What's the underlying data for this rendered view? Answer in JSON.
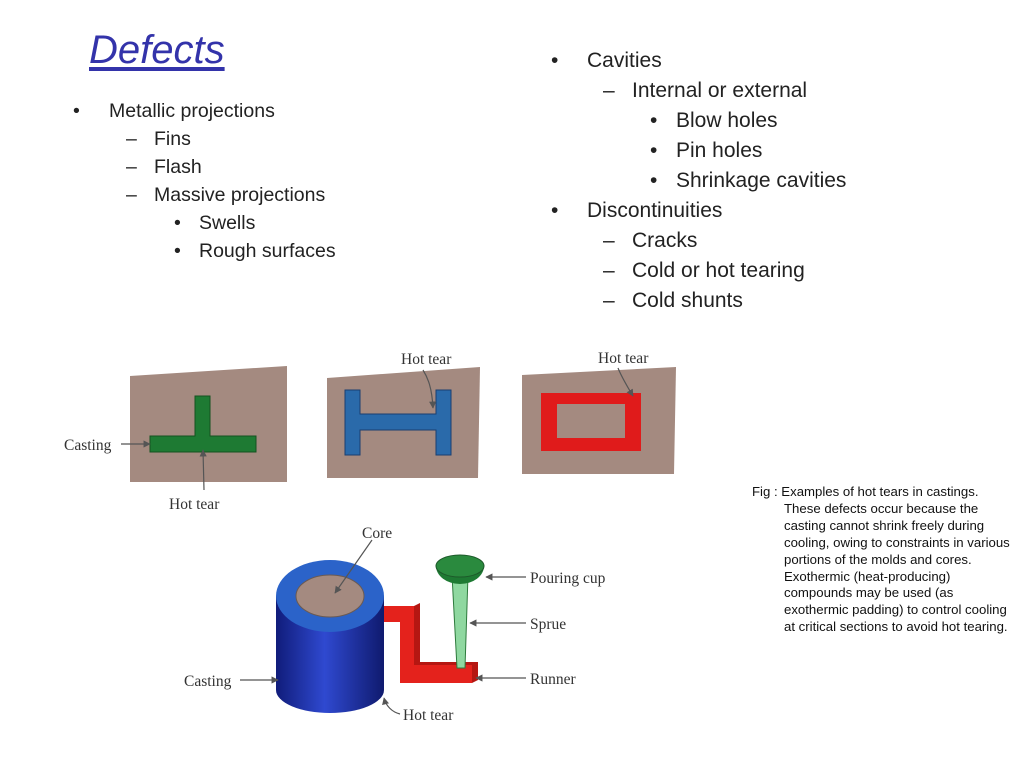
{
  "title": "Defects",
  "left_list": [
    {
      "level": 1,
      "marker": "•",
      "text": "Metallic projections"
    },
    {
      "level": 2,
      "marker": "–",
      "text": "Fins"
    },
    {
      "level": 2,
      "marker": "–",
      "text": "Flash"
    },
    {
      "level": 2,
      "marker": "–",
      "text": "Massive projections"
    },
    {
      "level": 3,
      "marker": "•",
      "text": "Swells"
    },
    {
      "level": 3,
      "marker": "•",
      "text": "Rough surfaces"
    }
  ],
  "right_list": [
    {
      "level": 1,
      "marker": "•",
      "text": "Cavities"
    },
    {
      "level": 2,
      "marker": "–",
      "text": "Internal or external"
    },
    {
      "level": 3,
      "marker": "•",
      "text": "Blow holes"
    },
    {
      "level": 3,
      "marker": "•",
      "text": "Pin holes"
    },
    {
      "level": 3,
      "marker": "•",
      "text": "Shrinkage cavities"
    },
    {
      "level": 1,
      "marker": "•",
      "text": "Discontinuities"
    },
    {
      "level": 2,
      "marker": "–",
      "text": "Cracks"
    },
    {
      "level": 2,
      "marker": "–",
      "text": "Cold or hot tearing"
    },
    {
      "level": 2,
      "marker": "–",
      "text": "Cold shunts"
    }
  ],
  "figure": {
    "casting_label_1": "Casting",
    "hot_tear_label_1": "Hot tear",
    "hot_tear_label_2": "Hot tear",
    "hot_tear_label_3": "Hot tear",
    "core_label": "Core",
    "pouring_cup_label": "Pouring cup",
    "sprue_label": "Sprue",
    "runner_label": "Runner",
    "casting_label_2": "Casting",
    "hot_tear_label_4": "Hot tear",
    "colors": {
      "mold": "#a48a80",
      "casting_t": "#1e7a33",
      "casting_i": "#2a6aaa",
      "casting_box": "#e01b1b",
      "cylinder": "#1c2fa0",
      "cylinder_rim": "#2b63c9",
      "runner": "#e4221c",
      "cup": "#1e7a33"
    }
  },
  "caption": "Fig : Examples of hot tears in castings. These defects occur because the casting cannot shrink freely during cooling, owing to constraints in various portions of the molds and cores. Exothermic (heat-producing) compounds may be used (as exothermic padding) to control cooling at critical sections to avoid hot tearing."
}
